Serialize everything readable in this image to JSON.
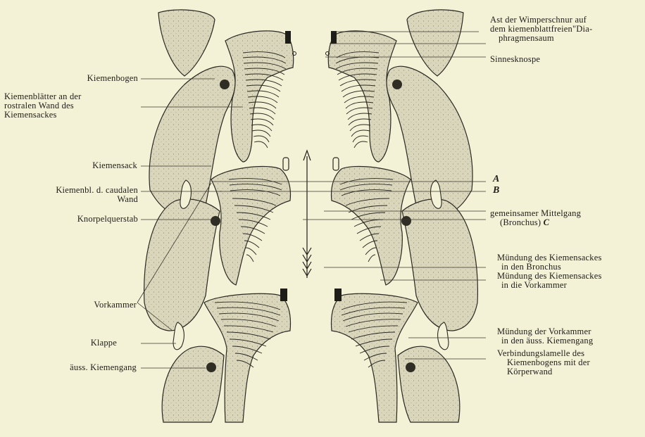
{
  "labels": {
    "left": {
      "kiemenbogen": "Kiemenbogen",
      "kiemenblaetter_rostral": [
        "Kiemenblätter an der",
        "rostralen Wand des",
        "Kiemensackes"
      ],
      "kiemensack": "Kiemensack",
      "kiemenbl_caudal": [
        "Kiemenbl. d. caudalen",
        "Wand"
      ],
      "knorpelquerstab": "Knorpelquerstab",
      "vorkammer": "Vorkammer",
      "klappe": "Klappe",
      "aeuss_kiemengang": "äuss. Kiemengang"
    },
    "right": {
      "wimperschnur": [
        "Ast der Wimperschnur auf",
        "dem kiemenblattfreien\"Dia-",
        "phragmensaum"
      ],
      "sinnesknospe": "Sinnesknospe",
      "letter_a": "A",
      "letter_b": "B",
      "mittelgang": [
        "gemeinsamer Mittelgang",
        "(Bronchus)"
      ],
      "letter_c": "C",
      "muendung_bronchus": [
        "Mündung des Kiemensackes",
        "in den Bronchus"
      ],
      "muendung_vorkammer": [
        "Mündung des Kiemensackes",
        "in die Vorkammer"
      ],
      "muendung_kiemengang": [
        "Mündung der Vorkammer",
        "in den äuss. Kiemengang"
      ],
      "verbindungslamelle": [
        "Verbindungslamelle des",
        "Kiemenbogens mit der",
        "Körperwand"
      ]
    }
  },
  "colors": {
    "background": "#f3f1d6",
    "tissue": "#d6d3b8",
    "ink": "#1f1d18"
  }
}
